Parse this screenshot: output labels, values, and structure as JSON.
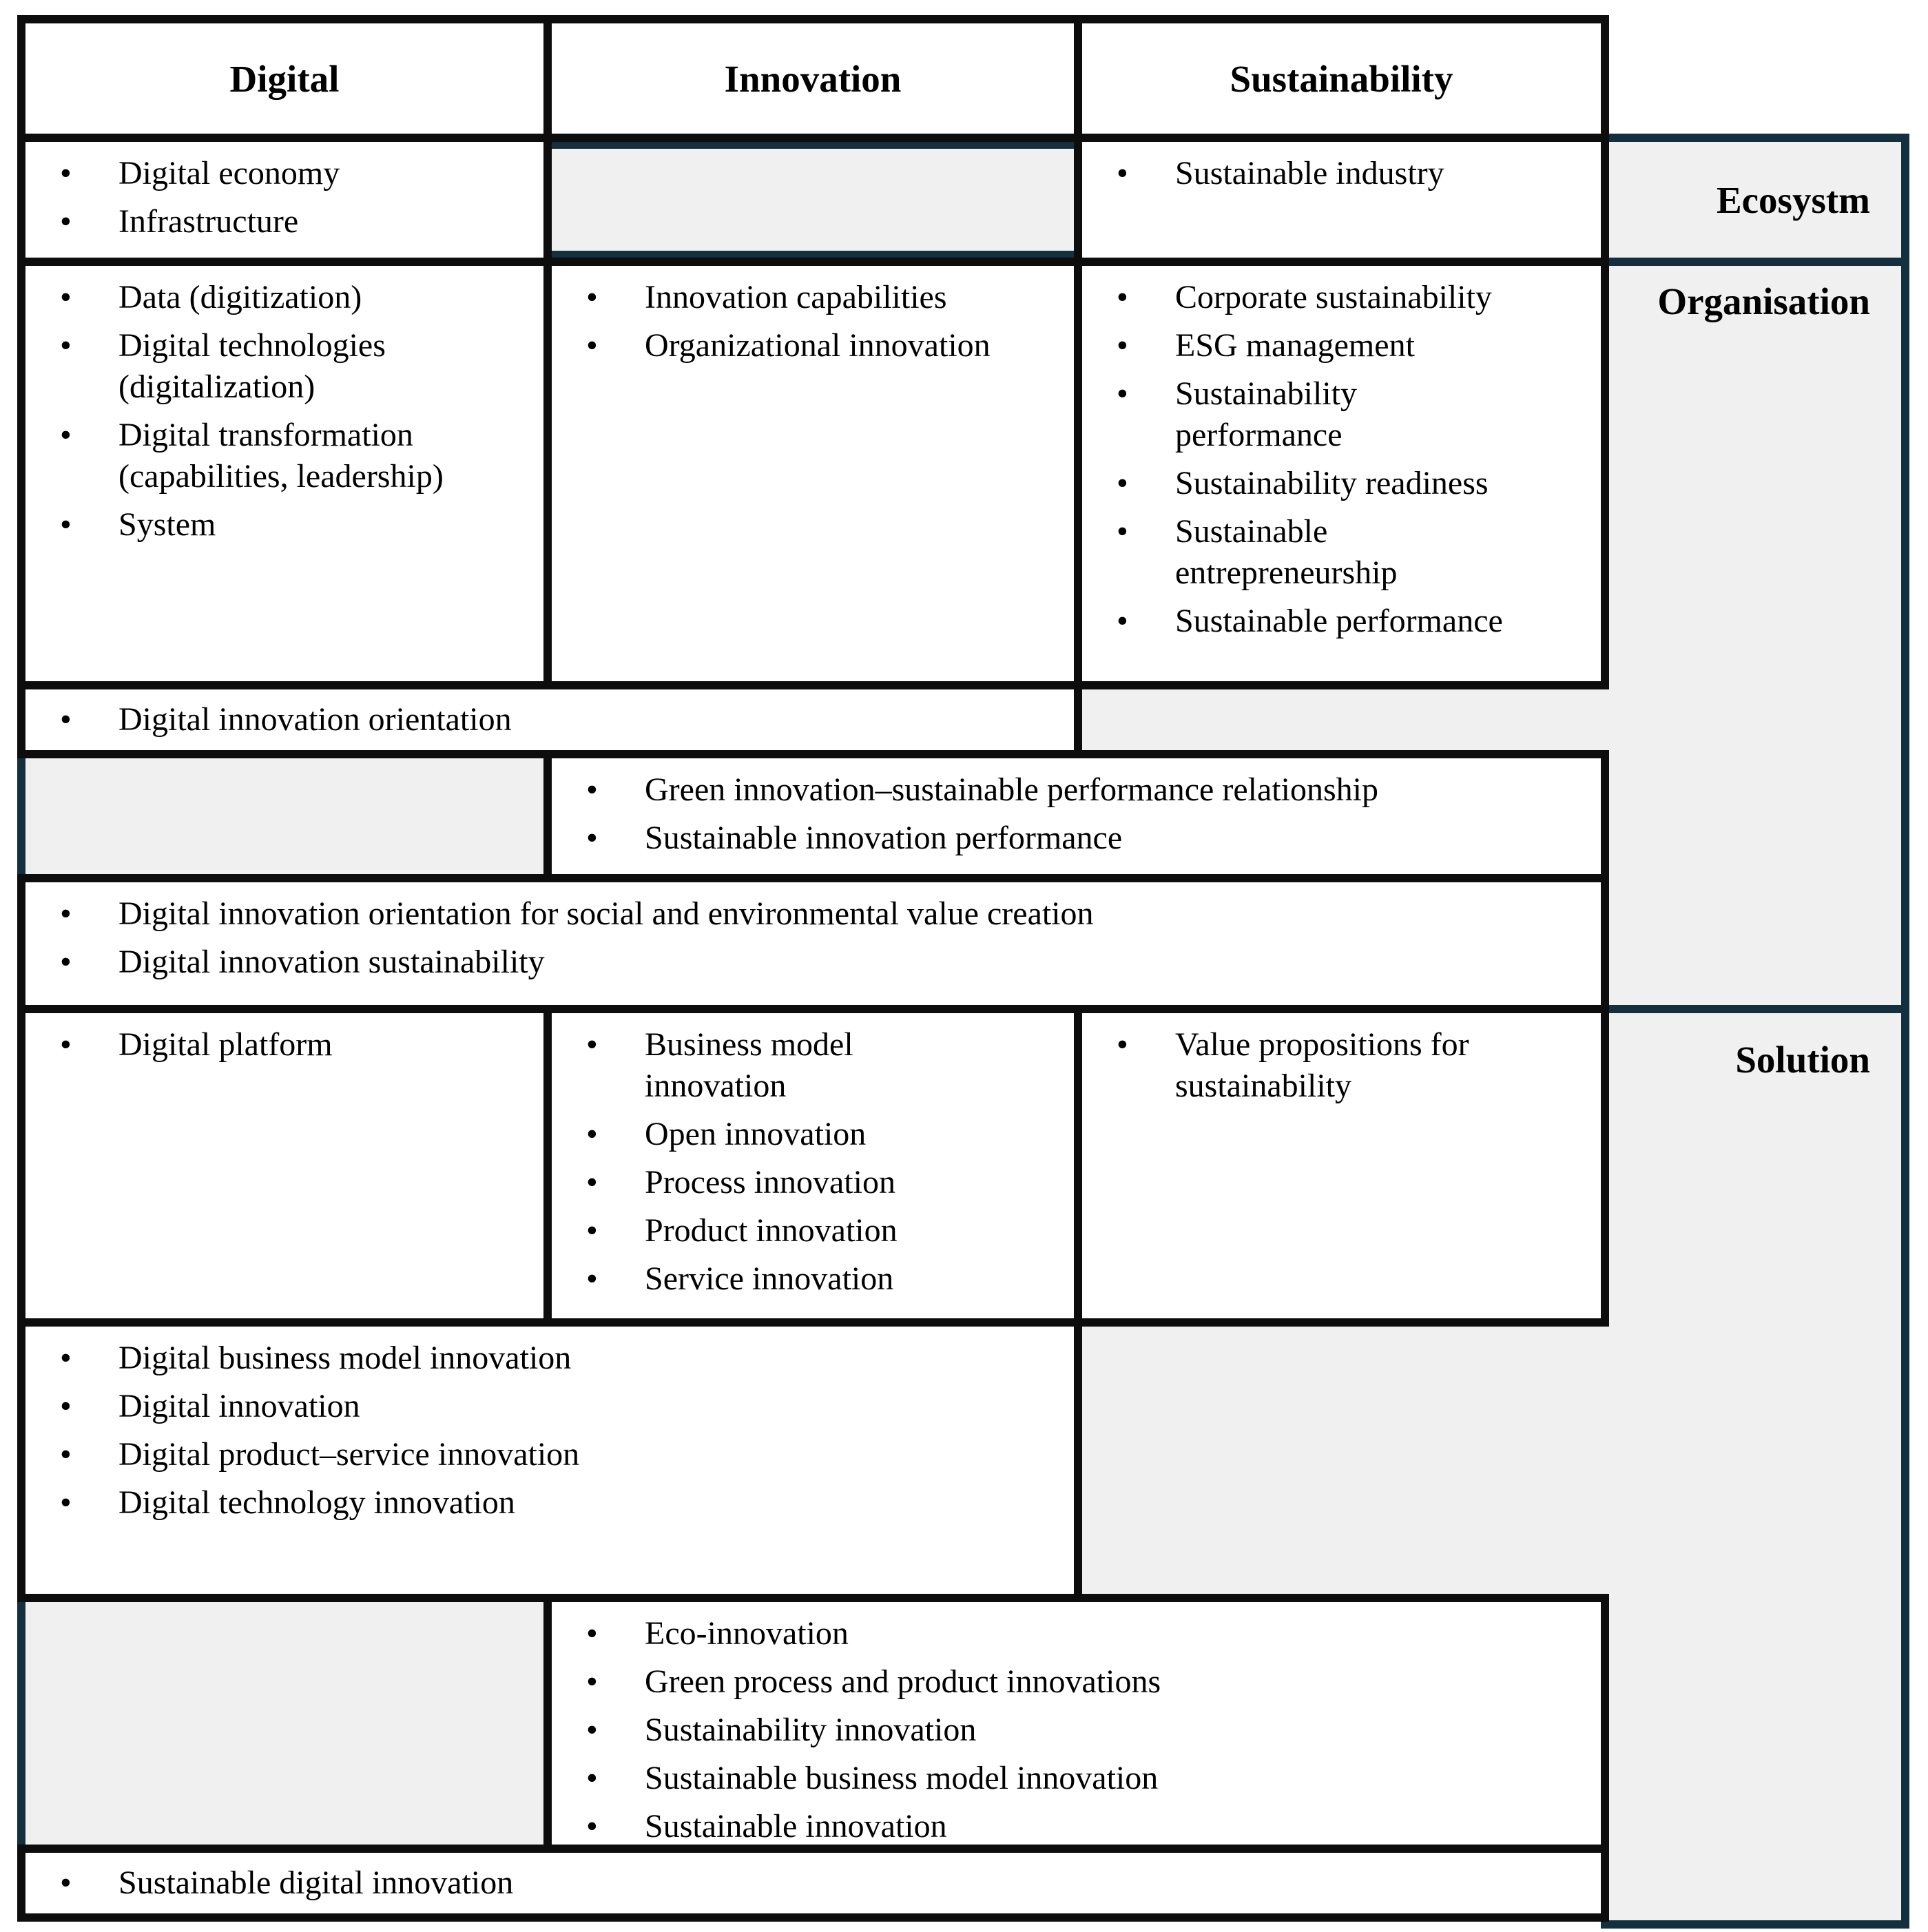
{
  "table": {
    "columns": [
      {
        "label": "Digital"
      },
      {
        "label": "Innovation"
      },
      {
        "label": "Sustainability"
      }
    ],
    "row_labels": {
      "ecosystem": "Ecosystm",
      "organisation": "Organisation",
      "solution": "Solution"
    },
    "cells": {
      "ecosystem_digital": [
        "Digital economy",
        "Infrastructure"
      ],
      "ecosystem_sustainability": [
        "Sustainable industry"
      ],
      "organisation_digital": [
        "Data (digitization)",
        "Digital technologies\n(digitalization)",
        "Digital transformation\n(capabilities, leadership)",
        "System"
      ],
      "organisation_innovation": [
        "Innovation capabilities",
        "Organizational innovation"
      ],
      "organisation_sustainability": [
        "Corporate sustainability",
        "ESG management",
        "Sustainability\nperformance",
        "Sustainability readiness",
        "Sustainable\nentrepreneurship",
        "Sustainable performance"
      ],
      "organisation_digital_innovation_span": [
        "Digital innovation orientation"
      ],
      "organisation_innovation_sustainability_span": [
        "Green innovation–sustainable performance relationship",
        "Sustainable innovation performance"
      ],
      "organisation_all_span": [
        "Digital innovation orientation for social and environmental value creation",
        "Digital innovation sustainability"
      ],
      "solution_digital": [
        "Digital platform"
      ],
      "solution_innovation": [
        "Business model\ninnovation",
        "Open innovation",
        "Process innovation",
        "Product innovation",
        "Service innovation"
      ],
      "solution_sustainability": [
        "Value propositions for\nsustainability"
      ],
      "solution_digital_innovation_span": [
        "Digital business model innovation",
        "Digital innovation",
        "Digital product–service innovation",
        "Digital technology innovation"
      ],
      "solution_innovation_sustainability_span": [
        "Eco-innovation",
        "Green process and product innovations",
        "Sustainability innovation",
        "Sustainable business model innovation",
        "Sustainable innovation"
      ],
      "solution_all_span": [
        "Sustainable digital innovation"
      ]
    },
    "colors": {
      "grid_black": "#0d0d0d",
      "accent_navy": "#142f3d",
      "empty_cell_gray": "#f0f0f0"
    }
  }
}
